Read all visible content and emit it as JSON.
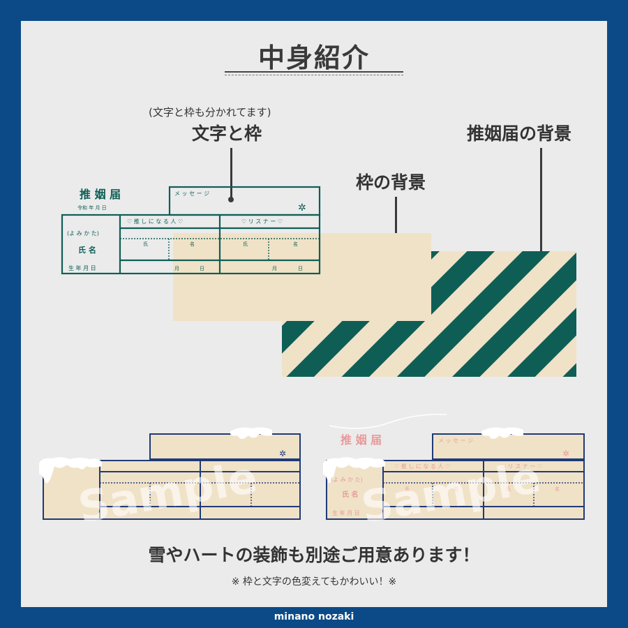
{
  "title": "中身紹介",
  "labels": {
    "frame_note": "(文字と枠も分かれてます)",
    "frame_text": "文字と枠",
    "frame_bg": "枠の背景",
    "document_bg": "推姻届の背景"
  },
  "form": {
    "heading": "推 姻 届",
    "date_line": "令和   年   月   日",
    "message": "メ ッ セ ー ジ",
    "oshi_label": "♡ 推 し に な る 人 ♡",
    "listener_label": "♡ リ ス ナ ー ♡",
    "yomikata": "(よ み か た)",
    "name": "氏 名",
    "birthday": "生 年 月 日",
    "shi": "氏",
    "mei": "名",
    "month": "月",
    "day": "日"
  },
  "watermark": "Sample",
  "footer": {
    "main": "雪やハートの装飾も別途ご用意あります！",
    "sub": "※ 枠と文字の色変えてもかわいい！※"
  },
  "credit": "minano nozaki",
  "colors": {
    "outer": "#0b4a86",
    "panel": "#ebebeb",
    "teal": "#0e5e56",
    "cream": "#f0e2c7",
    "navy": "#1e3a78",
    "pink": "#e79a9a"
  }
}
